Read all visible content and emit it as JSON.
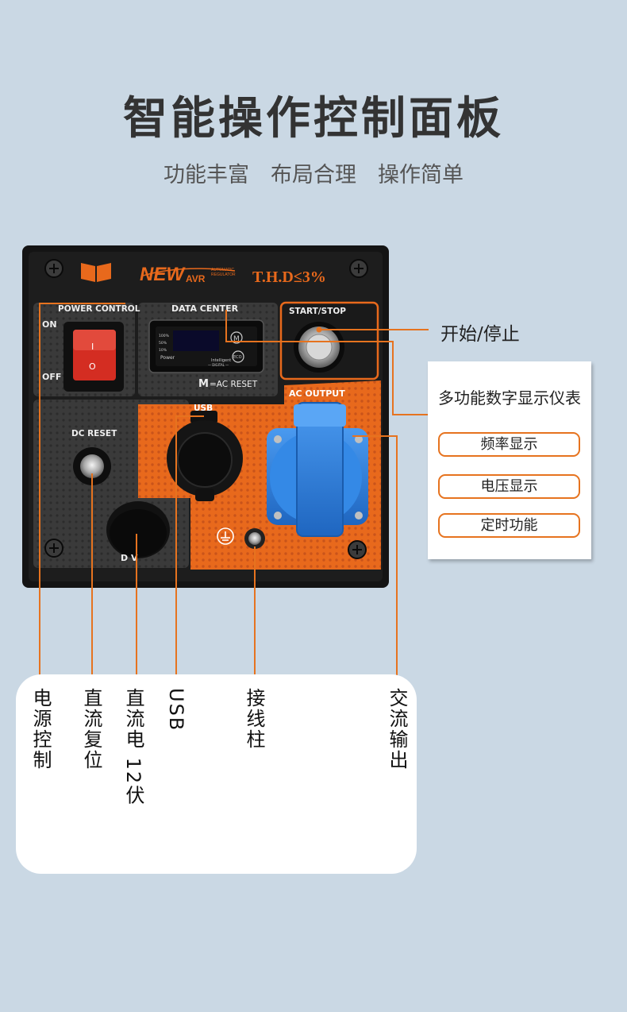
{
  "header": {
    "title": "智能操作控制面板",
    "subtitle": "功能丰富　布局合理　操作简单"
  },
  "panel": {
    "brand_new": "NEW",
    "brand_avr": "AVR",
    "avr_caption_1": "AUTOMATIC",
    "avr_caption_2": "REGULATOR",
    "thd": "T.H.D≤3%",
    "power_control": "POWER CONTROL",
    "on": "ON",
    "off": "OFF",
    "switch_on_mark": "I",
    "switch_off_mark": "O",
    "data_center": "DATA CENTER",
    "meter_100": "100%",
    "meter_50": "50%",
    "meter_10": "10%",
    "meter_power": "Power",
    "meter_intelligent": "Intelligent",
    "meter_digital": "— DIGITAL —",
    "meter_m": "M",
    "meter_eco": "ECO",
    "m_reset_m": "M",
    "m_reset_text": "=AC RESET",
    "start_stop": "START/STOP",
    "dc_reset": "DC RESET",
    "usb": "USB",
    "dc_label": "D   V",
    "ac_output": "AC OUTPUT"
  },
  "callouts": {
    "start_stop": "开始/停止"
  },
  "display_card": {
    "title": "多功能数字显示仪表",
    "items": [
      "频率显示",
      "电压显示",
      "定时功能"
    ]
  },
  "legend": {
    "labels": [
      "电源控制",
      "直流复位",
      "直流电 12伏",
      "USB",
      "接线柱",
      "交流输出"
    ]
  },
  "colors": {
    "accent_orange": "#e6731f",
    "panel_black": "#1d1d1d",
    "socket_blue": "#2f7fd8",
    "switch_red": "#d42d22",
    "background": "#cad8e4"
  }
}
